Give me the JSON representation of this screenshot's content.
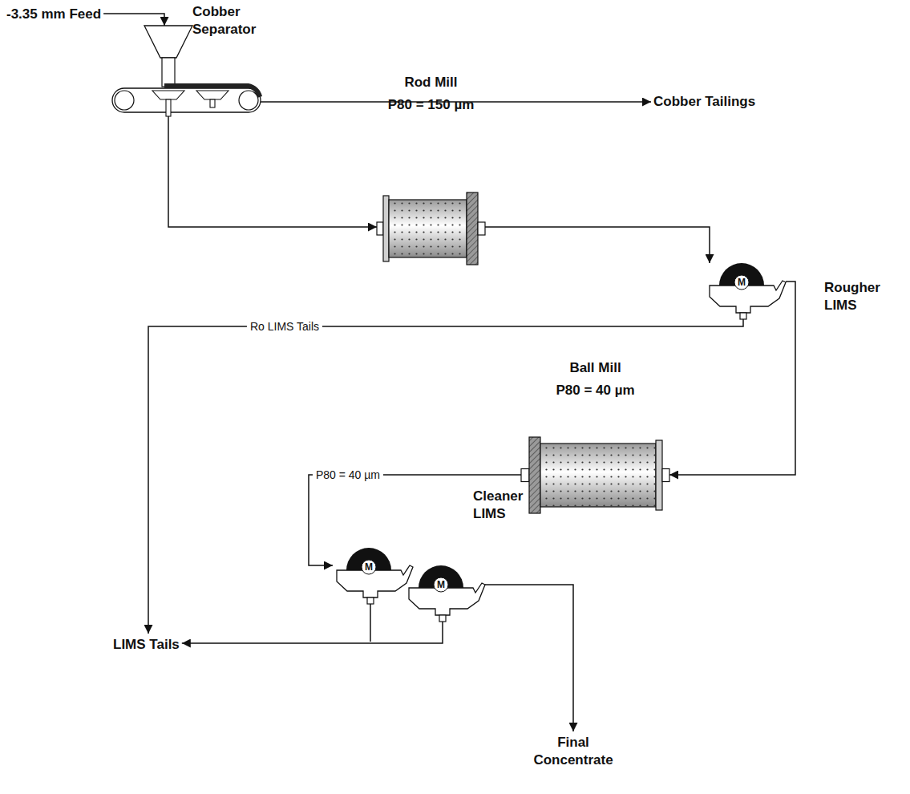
{
  "diagram": {
    "nodes": [
      {
        "text": [
          "-3.35 mm Feed"
        ]
      },
      {
        "text": [
          "Cobber Separator"
        ]
      },
      {
        "text": [
          "Cobber Tailings"
        ]
      },
      {
        "text": [
          "Rod Mill",
          "P80 = 150 µm"
        ]
      },
      {
        "text": [
          "M",
          "Rougher LIMS"
        ]
      },
      {
        "text": [
          "Ball Mill",
          "P80 = 40 µm"
        ]
      },
      {
        "text": [
          "Cleaner LIMS",
          "M",
          "M"
        ]
      },
      {
        "text": [
          "LIMS Tails"
        ]
      },
      {
        "text": [
          "Final Concentrate"
        ]
      }
    ],
    "edges": [
      {
        "from": 0,
        "to": 1,
        "arrow": "to"
      },
      {
        "from": 1,
        "to": 2,
        "arrow": "to"
      },
      {
        "from": 1,
        "to": 3,
        "arrow": "to"
      },
      {
        "from": 3,
        "to": 4,
        "arrow": "to"
      },
      {
        "from": 4,
        "to": 7,
        "label": "Ro LIMS Tails",
        "arrow": "to"
      },
      {
        "from": 4,
        "to": 5,
        "arrow": "to"
      },
      {
        "from": 5,
        "to": 6,
        "label": "P80 = 40 µm",
        "arrow": "to"
      },
      {
        "from": 6,
        "to": 7,
        "arrow": "to"
      },
      {
        "from": 6,
        "to": 8,
        "arrow": "to"
      }
    ]
  }
}
